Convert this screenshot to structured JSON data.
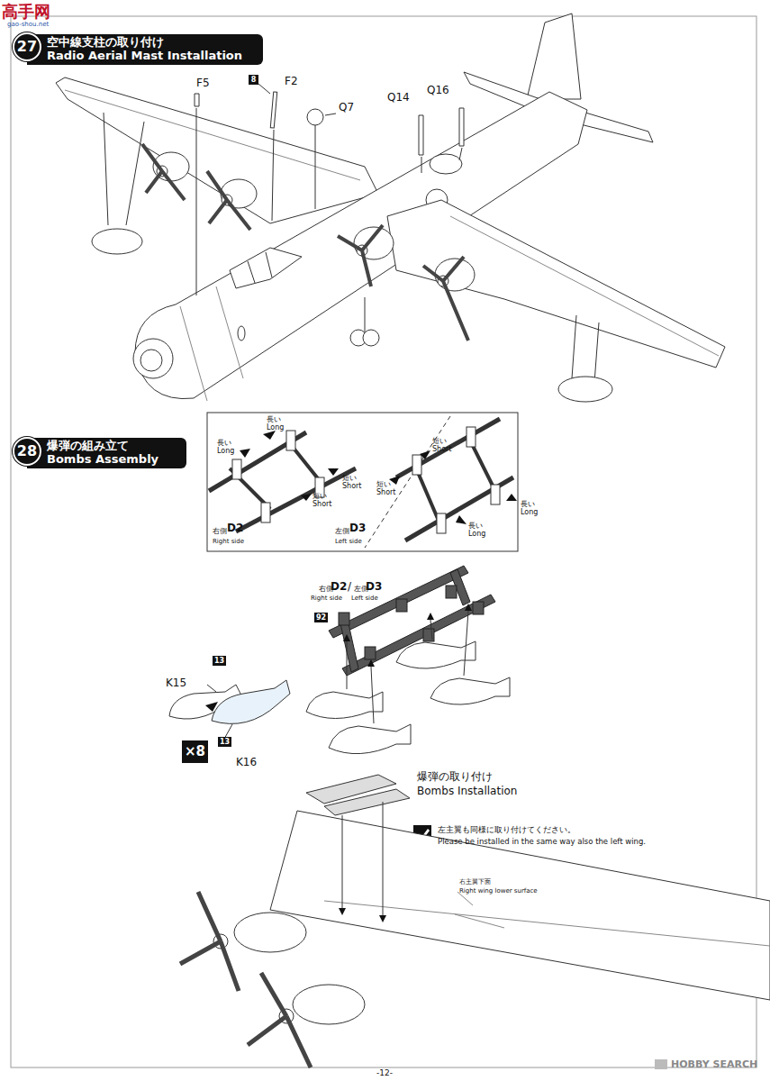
{
  "diagram": {
    "nodes": [
      {
        "text": [
          "27"
        ]
      },
      {
        "text": [
          "空中線支柱の取り付け",
          "Radio Aerial Mast Installation"
        ]
      },
      {
        "text": [
          "28"
        ]
      },
      {
        "text": [
          "爆弾の組み立て",
          "Bombs Assembly"
        ]
      },
      {
        "text": [
          "8"
        ]
      },
      {
        "text": [
          "92"
        ]
      },
      {
        "text": [
          "13"
        ]
      },
      {
        "text": [
          "13"
        ]
      },
      {
        "text": [
          "×8"
        ]
      }
    ],
    "labels": [
      "高手网",
      "gao-shou.net",
      "F5",
      "F2",
      "Q7",
      "Q14",
      "Q16",
      "長い",
      "Long",
      "長い",
      "Long",
      "短い",
      "Short",
      "短い",
      "Short",
      "右側",
      "D2",
      "Right side",
      "左側",
      "D3",
      "Left side",
      "短い",
      "Short",
      "短い",
      "Short",
      "長い",
      "Long",
      "長い",
      "Long",
      "右側",
      "D2",
      "/",
      "左側",
      "D3",
      "Right side",
      "Left side",
      "K15",
      "K16",
      "爆弾の取り付け",
      "Bombs Installation",
      "左主翼も同様に取り付けてください。",
      "Please be installed in the same way also the left wing.",
      "右主翼下面",
      "Right wing lower surface",
      "-12-",
      "HOBBY SEARCH"
    ]
  }
}
